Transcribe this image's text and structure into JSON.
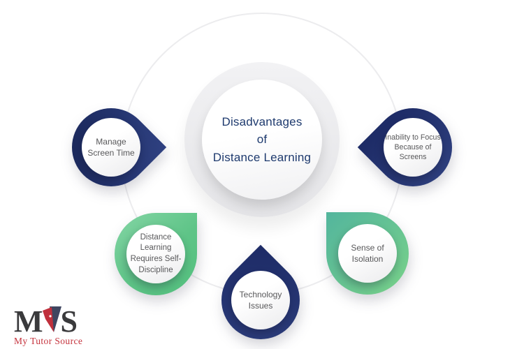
{
  "colors": {
    "navy": "#24346f",
    "green": "#5ec487",
    "teal": "#53b59d",
    "title_text": "#1e3a6e",
    "label_text": "#58585a",
    "orbit_ring": "#ececee",
    "logo_red": "#c5323c",
    "logo_dark": "#3a3a3c"
  },
  "center": {
    "lines": [
      "Disadvantages",
      "of",
      "Distance Learning"
    ]
  },
  "nodes": [
    {
      "id": "manage-screen-time",
      "label": "Manage\nScreen Time",
      "color": "navy",
      "position": "left",
      "tip_direction": "east"
    },
    {
      "id": "inability-to-focus",
      "label": "Inability to Focus\nBecause of\nScreens",
      "color": "navy",
      "position": "right",
      "tip_direction": "west"
    },
    {
      "id": "requires-self-discipline",
      "label": "Distance\nLearning\nRequires Self-\nDiscipline",
      "color": "green",
      "position": "bottom-left",
      "tip_direction": "north-east"
    },
    {
      "id": "technology-issues",
      "label": "Technology\nIssues",
      "color": "navy",
      "position": "bottom-center",
      "tip_direction": "north"
    },
    {
      "id": "sense-of-isolation",
      "label": "Sense of\nIsolation",
      "color": "green",
      "position": "bottom-right",
      "tip_direction": "north-west"
    }
  ],
  "logo": {
    "letter_m": "M",
    "letter_s": "S",
    "icon": "pen-nib-icon",
    "tagline": "My Tutor Source"
  }
}
